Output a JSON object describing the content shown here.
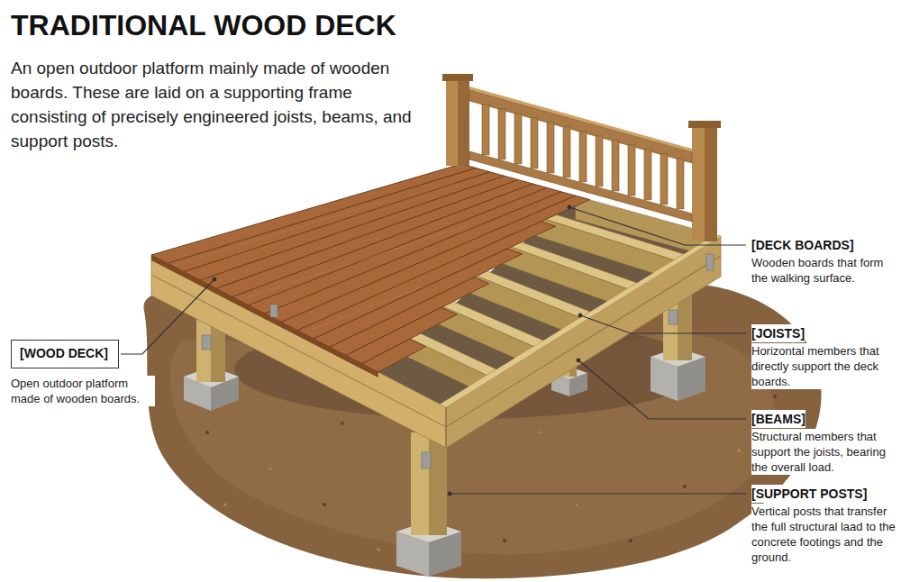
{
  "diagram": {
    "title": "TRADITIONAL WOOD DECK",
    "nodes": [
      {
        "text": [
          "[WOOD DECK]"
        ]
      }
    ],
    "labels": [
      "An open outdoor platform mainly made of wooden boards. These are laid on a supporting frame consisting of precisely engineered joists, beams, and support posts.",
      "Open outdoor platform made of wooden boards.",
      "[DECK BOARDS]",
      "Wooden boards that form the walking surface.",
      "[JOISTS]",
      "Horizontal members that directly support the deck boards.",
      "[BEAMS]",
      "Structural members that support the joists, bearing the overall load.",
      "[SUPPORT POSTS]",
      "Vertical posts that transfer the full structural laad to the concrete footings and the ground."
    ]
  }
}
